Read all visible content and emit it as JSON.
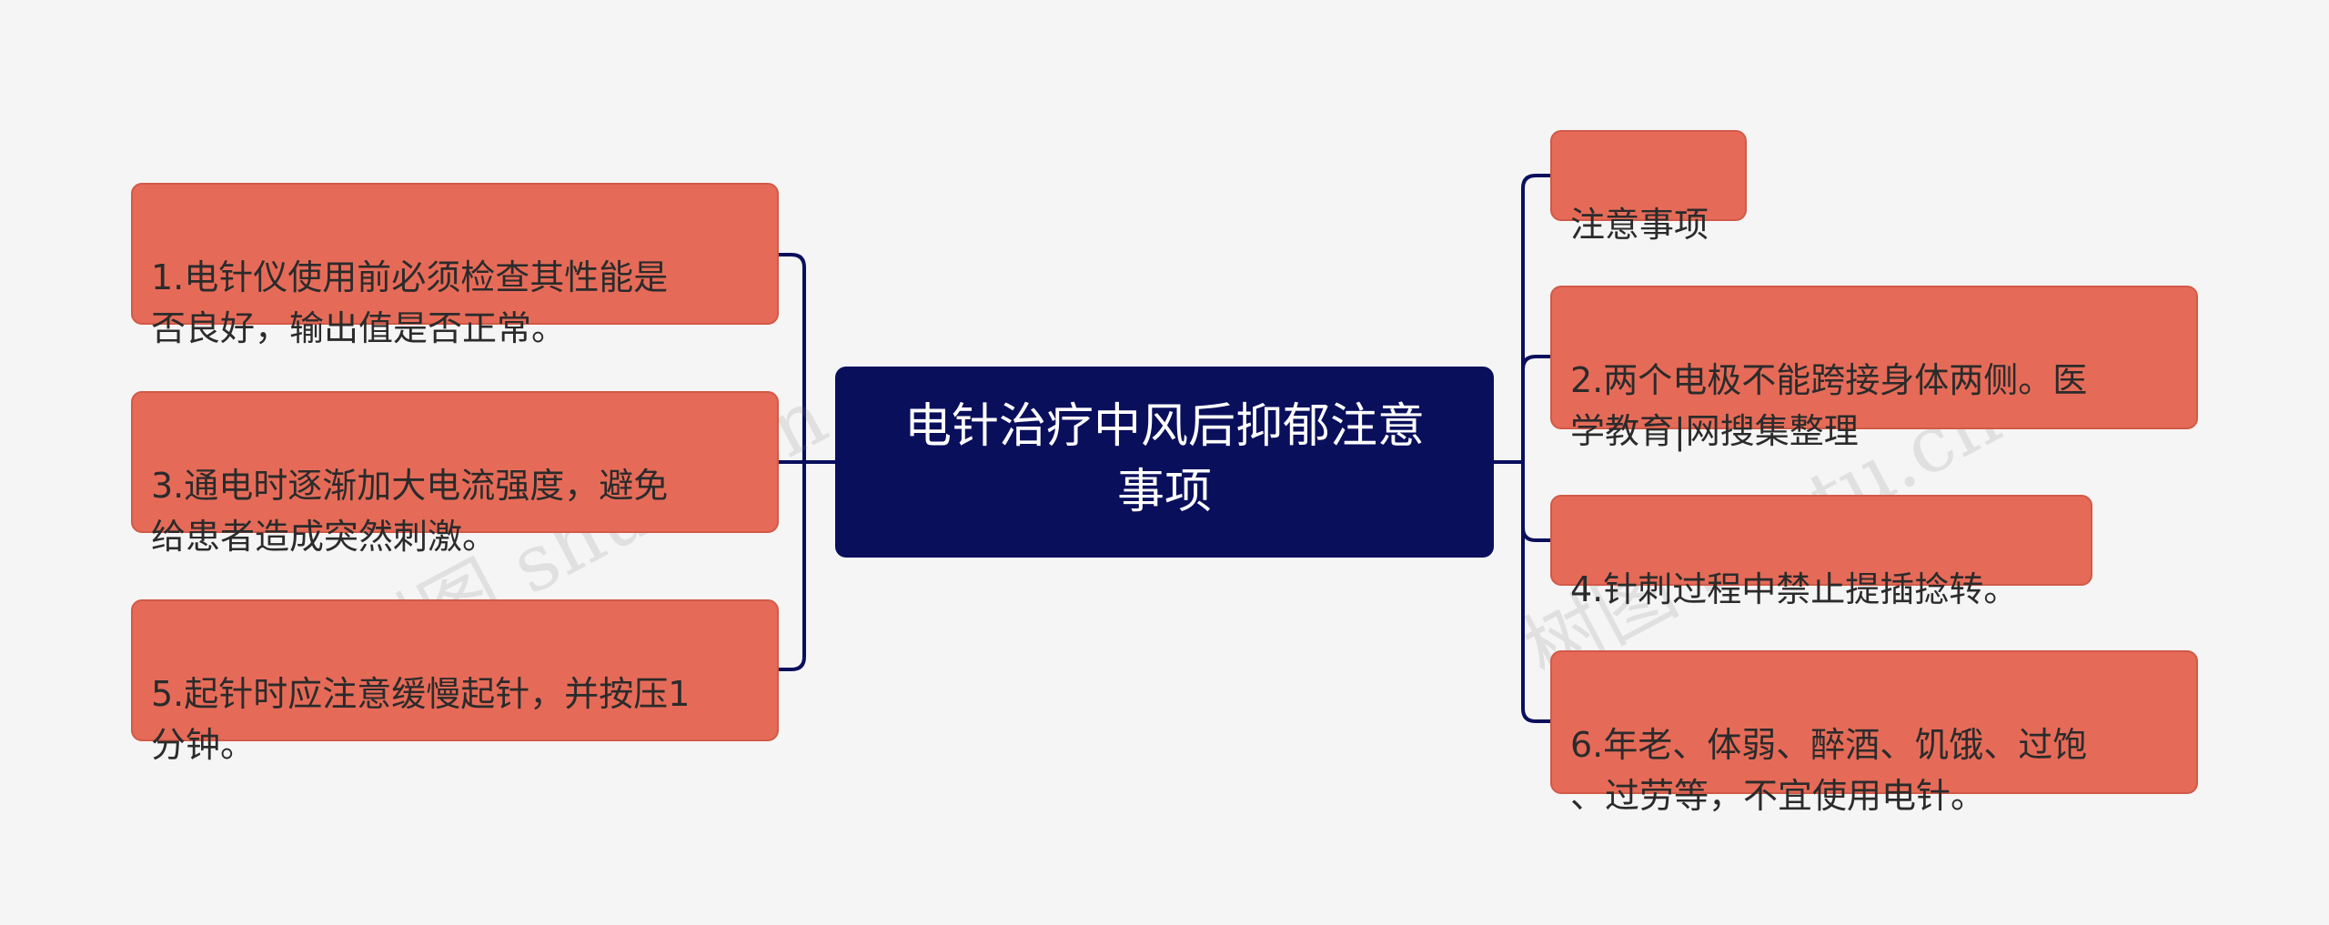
{
  "colors": {
    "center_bg": "#0a0f5c",
    "node_bg": "#e56b58",
    "node_border": "#d15a47",
    "line": "#0a0f5c"
  },
  "center": {
    "title": "电针治疗中风后抑郁注意\n事项"
  },
  "left_nodes": [
    {
      "text": "1.电针仪使用前必须检查其性能是\n否良好，输出值是否正常。"
    },
    {
      "text": "3.通电时逐渐加大电流强度，避免\n给患者造成突然刺激。"
    },
    {
      "text": "5.起针时应注意缓慢起针，并按压1\n分钟。"
    }
  ],
  "right_nodes": [
    {
      "text": "注意事项"
    },
    {
      "text": "2.两个电极不能跨接身体两侧。医\n学教育|网搜集整理"
    },
    {
      "text": "4.针刺过程中禁止提插捻转。"
    },
    {
      "text": "6.年老、体弱、醉酒、饥饿、过饱\n、过劳等，不宜使用电针。"
    }
  ],
  "watermarks": [
    {
      "text": "树图 shutu.cn"
    },
    {
      "text": "树图 shutu.cn"
    }
  ]
}
